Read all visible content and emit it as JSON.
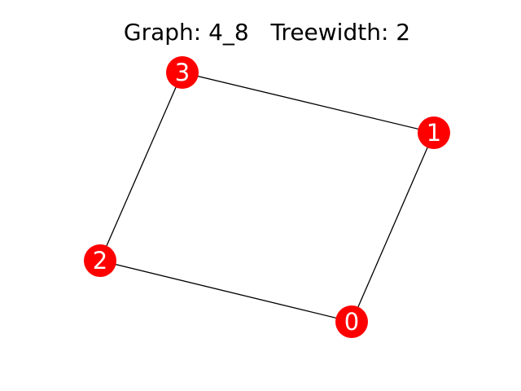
{
  "graph": {
    "title": "Graph: 4_8   Treewidth: 2",
    "node_color": "#ff0000",
    "label_color": "#ffffff",
    "edge_color": "#000000",
    "nodes": [
      {
        "id": "0",
        "label": "0"
      },
      {
        "id": "1",
        "label": "1"
      },
      {
        "id": "2",
        "label": "2"
      },
      {
        "id": "3",
        "label": "3"
      }
    ],
    "edges": [
      {
        "source": "3",
        "target": "1"
      },
      {
        "source": "1",
        "target": "0"
      },
      {
        "source": "0",
        "target": "2"
      },
      {
        "source": "2",
        "target": "3"
      }
    ]
  }
}
